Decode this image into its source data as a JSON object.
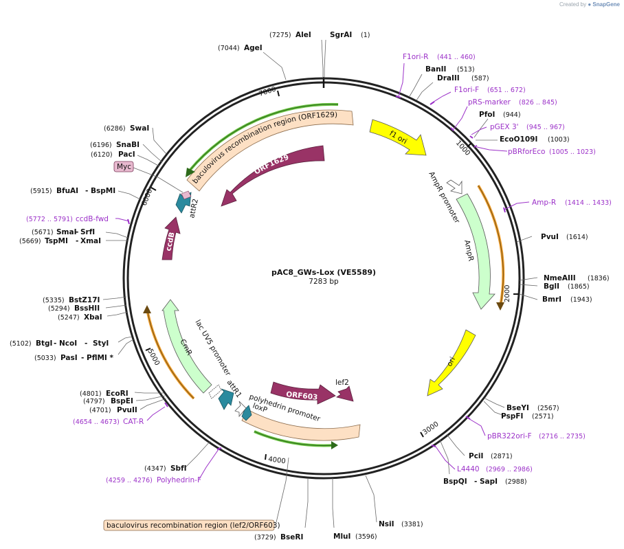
{
  "credit": {
    "created_by": "Created by",
    "brand": "SnapGene"
  },
  "plasmid": {
    "name": "pAC8_GWs-Lox (VE5589)",
    "length_label": "7283 bp",
    "length": 7283
  },
  "ticks": [
    "1000",
    "2000",
    "3000",
    "4000",
    "5000",
    "6000",
    "7000"
  ],
  "enzymes": [
    {
      "name": "SgrAI",
      "pos": "(1)"
    },
    {
      "name": "AleI",
      "pos": "(7275)"
    },
    {
      "name": "AgeI",
      "pos": "(7044)"
    },
    {
      "name": "BanII",
      "pos": "(513)"
    },
    {
      "name": "DraIII",
      "pos": "(587)"
    },
    {
      "name": "PfoI",
      "pos": "(944)"
    },
    {
      "name": "EcoO109I",
      "pos": "(1003)"
    },
    {
      "name": "PvuI",
      "pos": "(1614)"
    },
    {
      "name": "NmeAIII",
      "pos": "(1836)"
    },
    {
      "name": "BglI",
      "pos": "(1865)"
    },
    {
      "name": "BmrI",
      "pos": "(1943)"
    },
    {
      "name": "BseYI",
      "pos": "(2567)"
    },
    {
      "name": "PspFI",
      "pos": "(2571)"
    },
    {
      "name": "PciI",
      "pos": "(2871)"
    },
    {
      "name": "BspQI",
      "name2": "SapI",
      "pos": "(2988)"
    },
    {
      "name": "NsiI",
      "pos": "(3381)"
    },
    {
      "name": "MluI",
      "pos": "(3596)"
    },
    {
      "name": "BseRI",
      "pos": "(3729)"
    },
    {
      "name": "SbfI",
      "pos": "(4347)"
    },
    {
      "name": "PvuII",
      "pos": "(4701)"
    },
    {
      "name": "BspEI",
      "pos": "(4797)"
    },
    {
      "name": "EcoRI",
      "pos": "(4801)"
    },
    {
      "name": "PasI",
      "name2": "PflMI *",
      "pos": "(5033)"
    },
    {
      "name": "BtgI",
      "name2": "NcoI",
      "name3": "StyI",
      "pos": "(5102)"
    },
    {
      "name": "XbaI",
      "pos": "(5247)"
    },
    {
      "name": "BssHII",
      "pos": "(5294)"
    },
    {
      "name": "BstZ17I",
      "pos": "(5335)"
    },
    {
      "name": "TspMI",
      "name2": "XmaI",
      "pos": "(5669)"
    },
    {
      "name": "SmaI",
      "name2": "SrfI",
      "pos": "(5671)"
    },
    {
      "name": "BfuAI",
      "name2": "BspMI",
      "pos": "(5915)"
    },
    {
      "name": "PacI",
      "pos": "(6120)"
    },
    {
      "name": "SnaBI",
      "pos": "(6196)"
    },
    {
      "name": "SwaI",
      "pos": "(6286)"
    }
  ],
  "primers": [
    {
      "name": "F1ori-R",
      "range": "(441 .. 460)"
    },
    {
      "name": "F1ori-F",
      "range": "(651 .. 672)"
    },
    {
      "name": "pRS-marker",
      "range": "(826 .. 845)"
    },
    {
      "name": "pGEX 3'",
      "range": "(945 .. 967)"
    },
    {
      "name": "pBRforEco",
      "range": "(1005 .. 1023)"
    },
    {
      "name": "Amp-R",
      "range": "(1414 .. 1433)"
    },
    {
      "name": "pBR322ori-F",
      "range": "(2716 .. 2735)"
    },
    {
      "name": "L4440",
      "range": "(2969 .. 2986)"
    },
    {
      "name": "Polyhedrin-F",
      "range": "(4259 .. 4276)"
    },
    {
      "name": "CAT-R",
      "range": "(4654 .. 4673)"
    },
    {
      "name": "ccdB-fwd",
      "range": "(5772 .. 5791)"
    }
  ],
  "features": {
    "f1_ori": "f1 ori",
    "ampr_promoter": "AmpR promoter",
    "ampr": "AmpR",
    "ori": "ori",
    "orf1629": "ORF1629",
    "bac_region_1": "baculovirus recombination region (ORF1629)",
    "bac_region_2": "baculovirus recombination region (lef2/ORF603)",
    "attr2": "attR2",
    "attr1": "attR1",
    "ccdb": "ccdB",
    "myc": "Myc",
    "cmr": "CmR",
    "lac_uv5": "lac UV5 promoter",
    "polyhedrin": "polyhedrin promoter",
    "loxp": "loxP",
    "orf603": "ORF603",
    "lef2": "lef2"
  },
  "colors": {
    "f1_ori": "#ffff00",
    "ori": "#ffff00",
    "ampr": "#ccffcc",
    "primer": "#9b30c8",
    "orf": "#993366",
    "attr": "#2a8a9e",
    "bac_region": "#fde0c4",
    "myc": "#e8b9cf",
    "orange_arrow": "#f0a030",
    "green_arrow": "#6cc644"
  }
}
